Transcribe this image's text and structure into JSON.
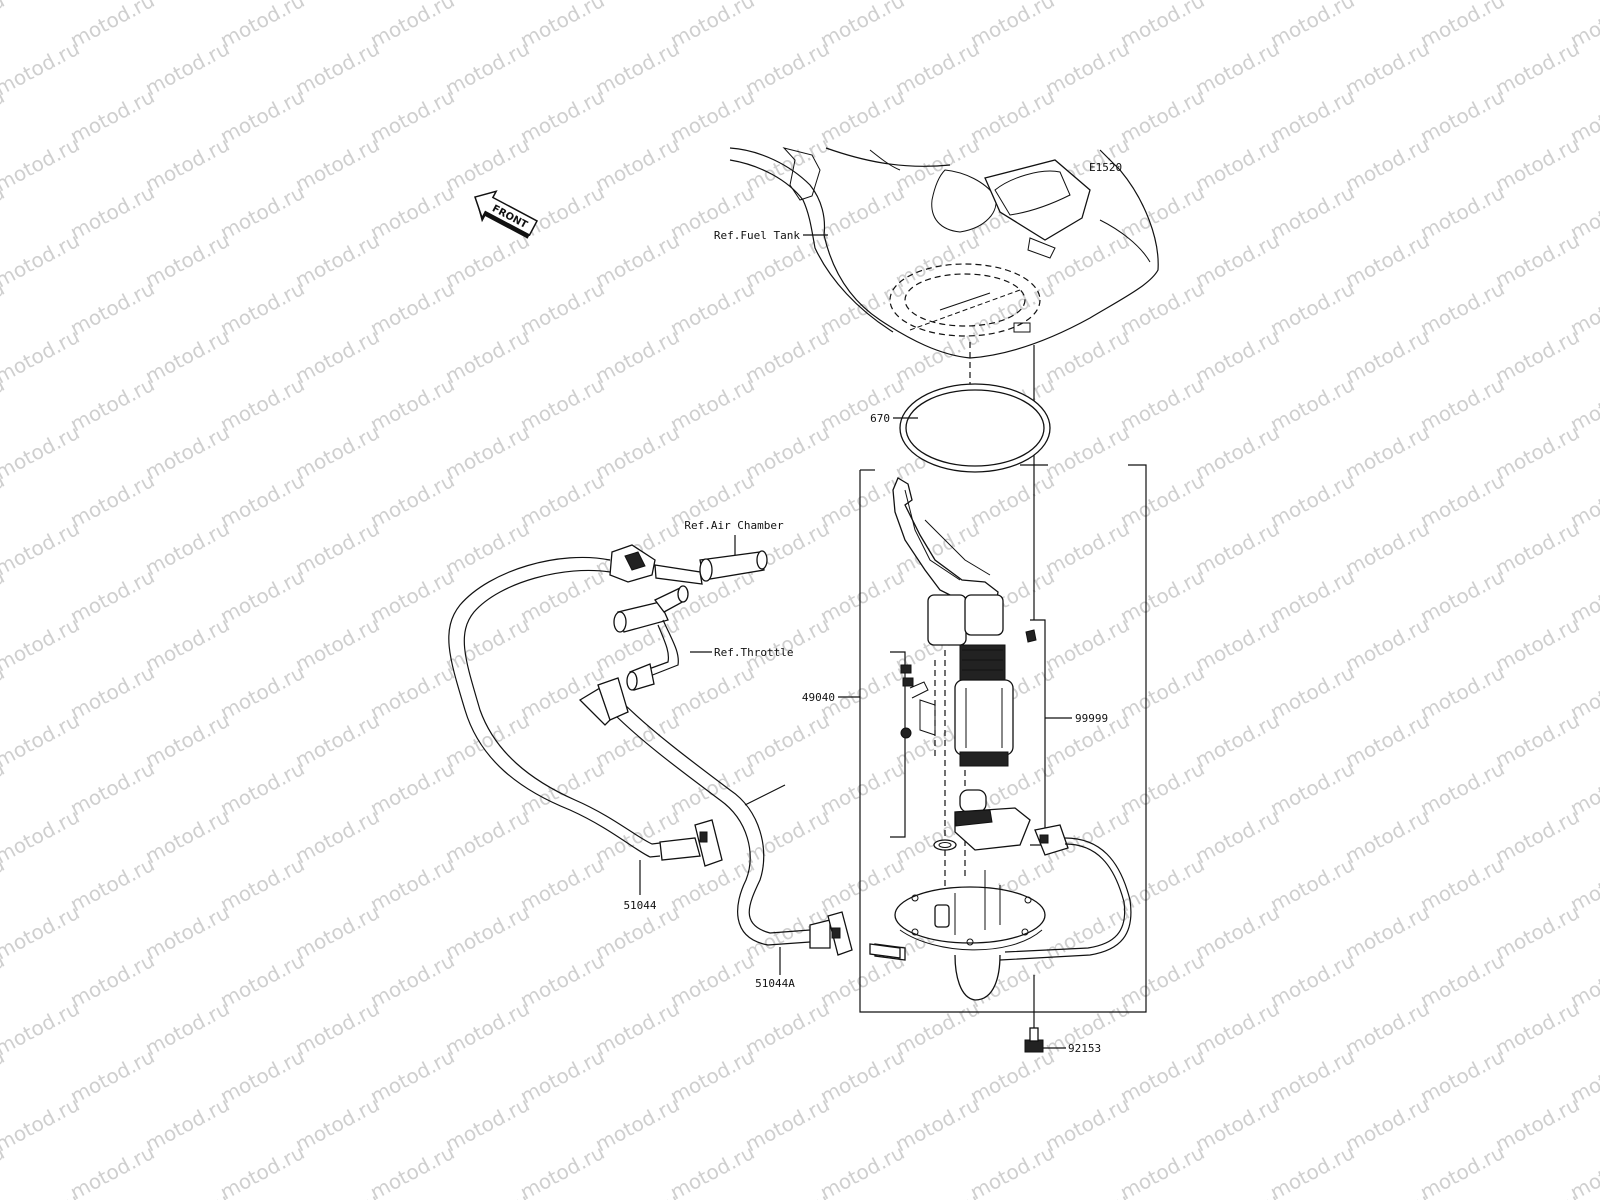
{
  "diagram": {
    "code": "E1520",
    "front_marker": "FRONT",
    "watermark": "motod.ru"
  },
  "labels": {
    "ref_fuel_tank": "Ref.Fuel Tank",
    "gasket": "670",
    "ref_air_chamber": "Ref.Air Chamber",
    "ref_throttle": "Ref.Throttle",
    "pump_assy": "49040",
    "pump_kit": "99999",
    "hose_1": "51044",
    "hose_2": "51044A",
    "bolt": "92153"
  }
}
